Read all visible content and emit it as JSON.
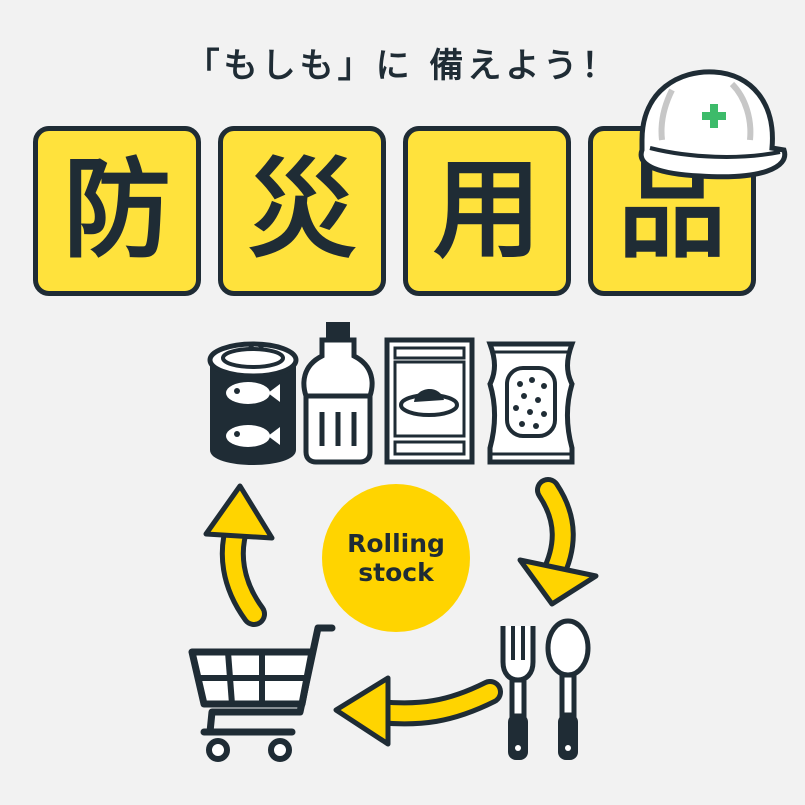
{
  "heading": {
    "subtitle": "「もしも」に 備えよう！",
    "tiles": [
      "防",
      "災",
      "用",
      "品"
    ]
  },
  "badge": {
    "line1": "Rolling",
    "line2": "stock"
  },
  "icons": [
    "canned-fish",
    "water-bottle",
    "retort-curry-pouch",
    "rice-pack",
    "fork",
    "spoon",
    "shopping-cart",
    "helmet"
  ],
  "colors": {
    "accent": "#ffe23c",
    "badge": "#ffd400",
    "ink": "#1f2c35",
    "background": "#f2f2f2",
    "cross": "#3dbb6a"
  }
}
